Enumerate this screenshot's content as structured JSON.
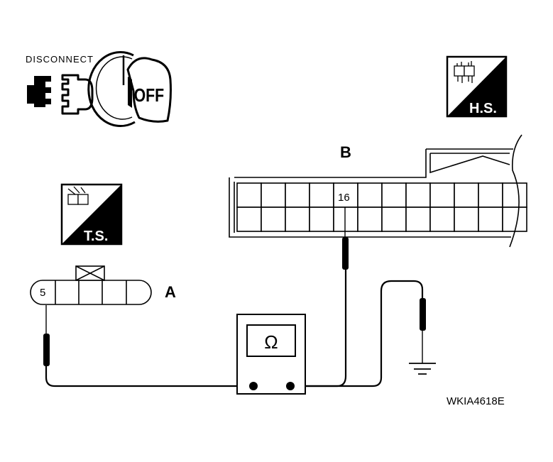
{
  "labels": {
    "disconnect": "DISCONNECT",
    "ignition": "OFF",
    "hs_badge": "H.S.",
    "ts_badge": "T.S.",
    "connector_a": "A",
    "connector_b": "B",
    "pin_a": "5",
    "pin_b": "16",
    "meter_symbol": "Ω",
    "figure_code": "WKIA4618E"
  },
  "icons": [
    "disconnect-connector-icon",
    "ignition-key-icon",
    "harness-side-icon",
    "terminal-side-icon",
    "ohmmeter-icon",
    "ground-icon"
  ],
  "colors": {
    "ink": "#000000",
    "paper": "#ffffff"
  }
}
